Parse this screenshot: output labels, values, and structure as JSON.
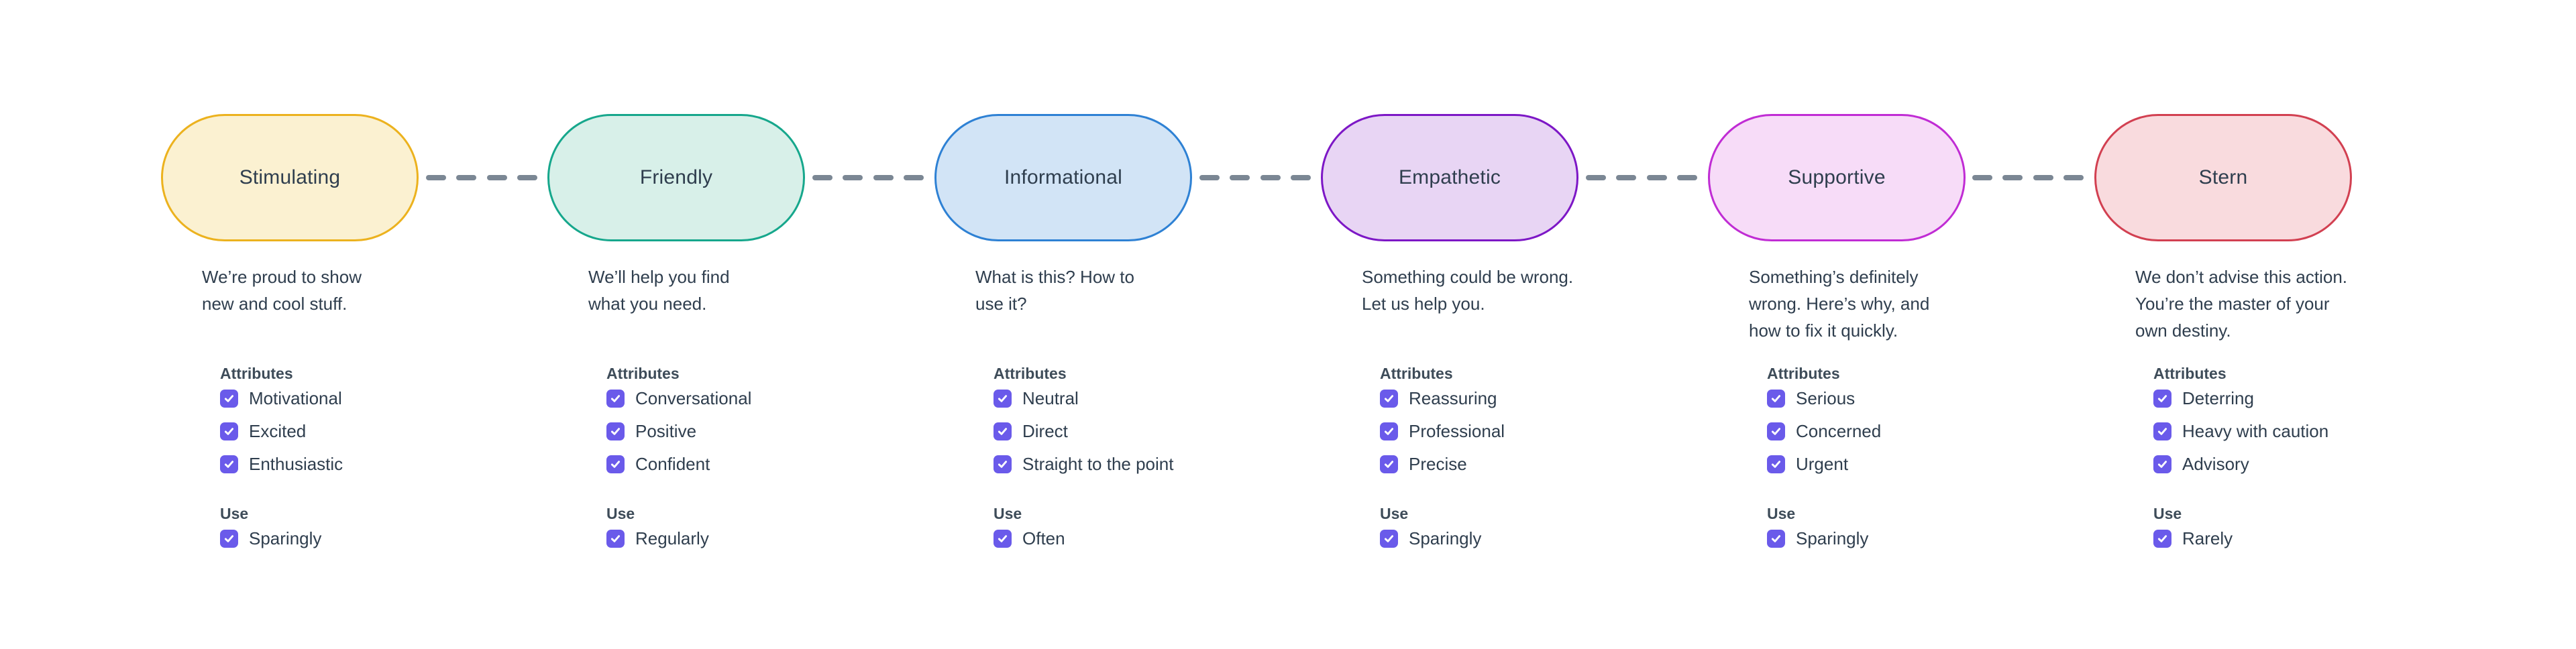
{
  "diagram": {
    "background": "#FFFFFF",
    "text_color": "#2F3E4E",
    "heading_color": "#3E4C59",
    "connector_color": "#7B8794",
    "checkbox_color": "#6A5AEA",
    "checkbox_checked": true,
    "nodes": [
      {
        "label": "Stimulating",
        "fill": "#FBF1D1",
        "border": "#ECB21E",
        "description": "We’re proud to show\nnew and cool stuff.",
        "attributes_heading": "Attributes",
        "attributes": [
          "Motivational",
          "Excited",
          "Enthusiastic"
        ],
        "use_heading": "Use",
        "use": "Sparingly"
      },
      {
        "label": "Friendly",
        "fill": "#D8F0E9",
        "border": "#16A78C",
        "description": "We’ll help you find\nwhat you need.",
        "attributes_heading": "Attributes",
        "attributes": [
          "Conversational",
          "Positive",
          "Confident"
        ],
        "use_heading": "Use",
        "use": "Regularly"
      },
      {
        "label": "Informational",
        "fill": "#D2E4F6",
        "border": "#2E81D4",
        "description": "What is this? How to\nuse it?",
        "attributes_heading": "Attributes",
        "attributes": [
          "Neutral",
          "Direct",
          "Straight to the point"
        ],
        "use_heading": "Use",
        "use": "Often"
      },
      {
        "label": "Empathetic",
        "fill": "#E8D5F4",
        "border": "#7D17C6",
        "description": "Something could be wrong.\nLet us help you.",
        "attributes_heading": "Attributes",
        "attributes": [
          "Reassuring",
          "Professional",
          "Precise"
        ],
        "use_heading": "Use",
        "use": "Sparingly"
      },
      {
        "label": "Supportive",
        "fill": "#F7DCF8",
        "border": "#C02CD4",
        "description": "Something’s definitely\nwrong. Here’s why, and\nhow to fix it quickly.",
        "attributes_heading": "Attributes",
        "attributes": [
          "Serious",
          "Concerned",
          "Urgent"
        ],
        "use_heading": "Use",
        "use": "Sparingly"
      },
      {
        "label": "Stern",
        "fill": "#F9DBDE",
        "border": "#D24051",
        "description": "We don’t advise this action.\nYou’re the master of your\nown destiny.",
        "attributes_heading": "Attributes",
        "attributes": [
          "Deterring",
          "Heavy with caution",
          "Advisory"
        ],
        "use_heading": "Use",
        "use": "Rarely"
      }
    ]
  }
}
